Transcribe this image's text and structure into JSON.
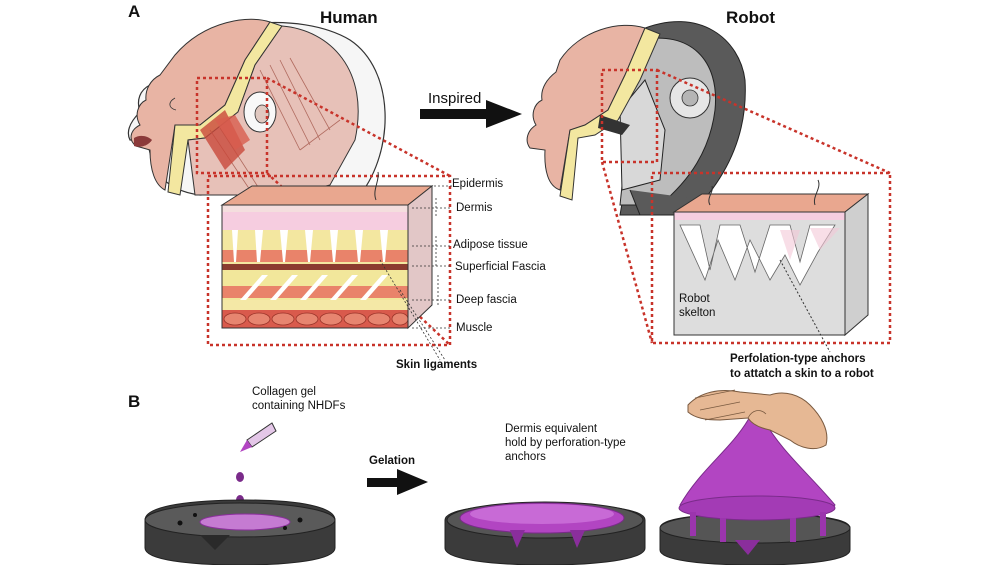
{
  "panels": {
    "a": "A",
    "b": "B"
  },
  "titles": {
    "human": "Human",
    "robot": "Robot"
  },
  "arrows": {
    "inspired": "Inspired",
    "gelation": "Gelation"
  },
  "human_layers": [
    "Epidermis",
    "Dermis",
    "Adipose tissue",
    "Superficial Fascia",
    "Deep fascia",
    "Muscle"
  ],
  "skin_ligaments": "Skin ligaments",
  "robot_skeleton": {
    "line1": "Robot",
    "line2": "skelton"
  },
  "anchors": {
    "line1": "Perfolation-type anchors",
    "line2": "to attatch a skin to a robot"
  },
  "collagen": {
    "line1": "Collagen gel",
    "line2": "containing NHDFs"
  },
  "dermis_equiv": {
    "line1": "Dermis equivalent",
    "line2": "hold by perforation-type",
    "line3": "anchors"
  },
  "colors": {
    "skin": "#e8b4a4",
    "fat_yellow": "#f3e7a0",
    "red_dotted": "#c8332a",
    "gel_purple": "#b245c2",
    "base_dark": "#3b3b3b"
  }
}
